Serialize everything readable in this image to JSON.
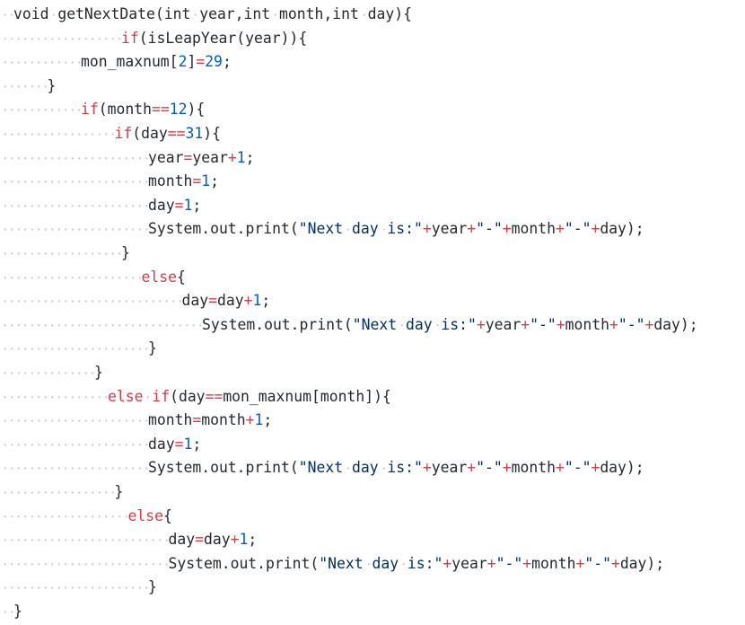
{
  "theme": {
    "background": "#ffffff",
    "text": "#24292e",
    "keyword": "#d73a49",
    "number": "#005cc5",
    "string": "#032f62",
    "whitespace_marker": "#bfc6cf"
  },
  "code": {
    "lines": [
      {
        "indent": 2,
        "tokens": [
          {
            "t": "txt",
            "v": "void"
          },
          {
            "ws": 1
          },
          {
            "t": "txt",
            "v": "getNextDate(int"
          },
          {
            "ws": 1
          },
          {
            "t": "txt",
            "v": "year,int"
          },
          {
            "ws": 1
          },
          {
            "t": "txt",
            "v": "month,int"
          },
          {
            "ws": 1
          },
          {
            "t": "txt",
            "v": "day){"
          }
        ]
      },
      {
        "indent": 18,
        "tokens": [
          {
            "t": "kw",
            "v": "if"
          },
          {
            "t": "txt",
            "v": "(isLeapYear(year)){"
          }
        ]
      },
      {
        "indent": 12,
        "tokens": [
          {
            "t": "txt",
            "v": "mon_maxnum["
          },
          {
            "t": "num",
            "v": "2"
          },
          {
            "t": "txt",
            "v": "]"
          },
          {
            "t": "op",
            "v": "="
          },
          {
            "t": "num",
            "v": "29"
          },
          {
            "t": "txt",
            "v": ";"
          }
        ]
      },
      {
        "indent": 7,
        "tokens": [
          {
            "t": "txt",
            "v": "}"
          }
        ]
      },
      {
        "indent": 12,
        "tokens": [
          {
            "t": "kw",
            "v": "if"
          },
          {
            "t": "txt",
            "v": "(month"
          },
          {
            "t": "op",
            "v": "=="
          },
          {
            "t": "num",
            "v": "12"
          },
          {
            "t": "txt",
            "v": "){"
          }
        ]
      },
      {
        "indent": 17,
        "tokens": [
          {
            "t": "kw",
            "v": "if"
          },
          {
            "t": "txt",
            "v": "(day"
          },
          {
            "t": "op",
            "v": "=="
          },
          {
            "t": "num",
            "v": "31"
          },
          {
            "t": "txt",
            "v": "){"
          }
        ]
      },
      {
        "indent": 22,
        "tokens": [
          {
            "t": "txt",
            "v": "year"
          },
          {
            "t": "op",
            "v": "="
          },
          {
            "t": "txt",
            "v": "year"
          },
          {
            "t": "op",
            "v": "+"
          },
          {
            "t": "num",
            "v": "1"
          },
          {
            "t": "txt",
            "v": ";"
          }
        ]
      },
      {
        "indent": 22,
        "tokens": [
          {
            "t": "txt",
            "v": "month"
          },
          {
            "t": "op",
            "v": "="
          },
          {
            "t": "num",
            "v": "1"
          },
          {
            "t": "txt",
            "v": ";"
          }
        ]
      },
      {
        "indent": 22,
        "tokens": [
          {
            "t": "txt",
            "v": "day"
          },
          {
            "t": "op",
            "v": "="
          },
          {
            "t": "num",
            "v": "1"
          },
          {
            "t": "txt",
            "v": ";"
          }
        ]
      },
      {
        "indent": 22,
        "tokens": [
          {
            "t": "txt",
            "v": "System.out.print("
          },
          {
            "t": "str",
            "v": "\"Next"
          },
          {
            "ws": 1
          },
          {
            "t": "str",
            "v": "day"
          },
          {
            "ws": 1
          },
          {
            "t": "str",
            "v": "is:\""
          },
          {
            "t": "op",
            "v": "+"
          },
          {
            "t": "txt",
            "v": "year"
          },
          {
            "t": "op",
            "v": "+"
          },
          {
            "t": "str",
            "v": "\"-\""
          },
          {
            "t": "op",
            "v": "+"
          },
          {
            "t": "txt",
            "v": "month"
          },
          {
            "t": "op",
            "v": "+"
          },
          {
            "t": "str",
            "v": "\"-\""
          },
          {
            "t": "op",
            "v": "+"
          },
          {
            "t": "txt",
            "v": "day);"
          }
        ]
      },
      {
        "indent": 18,
        "tokens": [
          {
            "t": "txt",
            "v": "}"
          }
        ]
      },
      {
        "indent": 21,
        "tokens": [
          {
            "t": "kw",
            "v": "else"
          },
          {
            "t": "txt",
            "v": "{"
          }
        ]
      },
      {
        "indent": 27,
        "tokens": [
          {
            "t": "txt",
            "v": "day"
          },
          {
            "t": "op",
            "v": "="
          },
          {
            "t": "txt",
            "v": "day"
          },
          {
            "t": "op",
            "v": "+"
          },
          {
            "t": "num",
            "v": "1"
          },
          {
            "t": "txt",
            "v": ";"
          }
        ]
      },
      {
        "indent": 30,
        "tokens": [
          {
            "t": "txt",
            "v": "System.out.print("
          },
          {
            "t": "str",
            "v": "\"Next"
          },
          {
            "ws": 1
          },
          {
            "t": "str",
            "v": "day"
          },
          {
            "ws": 1
          },
          {
            "t": "str",
            "v": "is:\""
          },
          {
            "t": "op",
            "v": "+"
          },
          {
            "t": "txt",
            "v": "year"
          },
          {
            "t": "op",
            "v": "+"
          },
          {
            "t": "str",
            "v": "\"-\""
          },
          {
            "t": "op",
            "v": "+"
          },
          {
            "t": "txt",
            "v": "month"
          },
          {
            "t": "op",
            "v": "+"
          },
          {
            "t": "str",
            "v": "\"-\""
          },
          {
            "t": "op",
            "v": "+"
          },
          {
            "t": "txt",
            "v": "day);"
          }
        ]
      },
      {
        "indent": 22,
        "tokens": [
          {
            "t": "txt",
            "v": "}"
          }
        ]
      },
      {
        "indent": 14,
        "tokens": [
          {
            "t": "txt",
            "v": "}"
          }
        ]
      },
      {
        "indent": 16,
        "tokens": [
          {
            "t": "kw",
            "v": "else"
          },
          {
            "ws": 1
          },
          {
            "t": "kw",
            "v": "if"
          },
          {
            "t": "txt",
            "v": "(day"
          },
          {
            "t": "op",
            "v": "=="
          },
          {
            "t": "txt",
            "v": "mon_maxnum[month]){"
          }
        ]
      },
      {
        "indent": 22,
        "tokens": [
          {
            "t": "txt",
            "v": "month"
          },
          {
            "t": "op",
            "v": "="
          },
          {
            "t": "txt",
            "v": "month"
          },
          {
            "t": "op",
            "v": "+"
          },
          {
            "t": "num",
            "v": "1"
          },
          {
            "t": "txt",
            "v": ";"
          }
        ]
      },
      {
        "indent": 22,
        "tokens": [
          {
            "t": "txt",
            "v": "day"
          },
          {
            "t": "op",
            "v": "="
          },
          {
            "t": "num",
            "v": "1"
          },
          {
            "t": "txt",
            "v": ";"
          }
        ]
      },
      {
        "indent": 22,
        "tokens": [
          {
            "t": "txt",
            "v": "System.out.print("
          },
          {
            "t": "str",
            "v": "\"Next"
          },
          {
            "ws": 1
          },
          {
            "t": "str",
            "v": "day"
          },
          {
            "ws": 1
          },
          {
            "t": "str",
            "v": "is:\""
          },
          {
            "t": "op",
            "v": "+"
          },
          {
            "t": "txt",
            "v": "year"
          },
          {
            "t": "op",
            "v": "+"
          },
          {
            "t": "str",
            "v": "\"-\""
          },
          {
            "t": "op",
            "v": "+"
          },
          {
            "t": "txt",
            "v": "month"
          },
          {
            "t": "op",
            "v": "+"
          },
          {
            "t": "str",
            "v": "\"-\""
          },
          {
            "t": "op",
            "v": "+"
          },
          {
            "t": "txt",
            "v": "day);"
          }
        ]
      },
      {
        "indent": 17,
        "tokens": [
          {
            "t": "txt",
            "v": "}"
          }
        ]
      },
      {
        "indent": 19,
        "tokens": [
          {
            "t": "kw",
            "v": "else"
          },
          {
            "t": "txt",
            "v": "{"
          }
        ]
      },
      {
        "indent": 25,
        "tokens": [
          {
            "t": "txt",
            "v": "day"
          },
          {
            "t": "op",
            "v": "="
          },
          {
            "t": "txt",
            "v": "day"
          },
          {
            "t": "op",
            "v": "+"
          },
          {
            "t": "num",
            "v": "1"
          },
          {
            "t": "txt",
            "v": ";"
          }
        ]
      },
      {
        "indent": 25,
        "tokens": [
          {
            "t": "txt",
            "v": "System.out.print("
          },
          {
            "t": "str",
            "v": "\"Next"
          },
          {
            "ws": 1
          },
          {
            "t": "str",
            "v": "day"
          },
          {
            "ws": 1
          },
          {
            "t": "str",
            "v": "is:\""
          },
          {
            "t": "op",
            "v": "+"
          },
          {
            "t": "txt",
            "v": "year"
          },
          {
            "t": "op",
            "v": "+"
          },
          {
            "t": "str",
            "v": "\"-\""
          },
          {
            "t": "op",
            "v": "+"
          },
          {
            "t": "txt",
            "v": "month"
          },
          {
            "t": "op",
            "v": "+"
          },
          {
            "t": "str",
            "v": "\"-\""
          },
          {
            "t": "op",
            "v": "+"
          },
          {
            "t": "txt",
            "v": "day);"
          }
        ]
      },
      {
        "indent": 22,
        "tokens": [
          {
            "t": "txt",
            "v": "}"
          }
        ]
      },
      {
        "indent": 2,
        "tokens": [
          {
            "t": "txt",
            "v": "}"
          }
        ]
      }
    ]
  }
}
